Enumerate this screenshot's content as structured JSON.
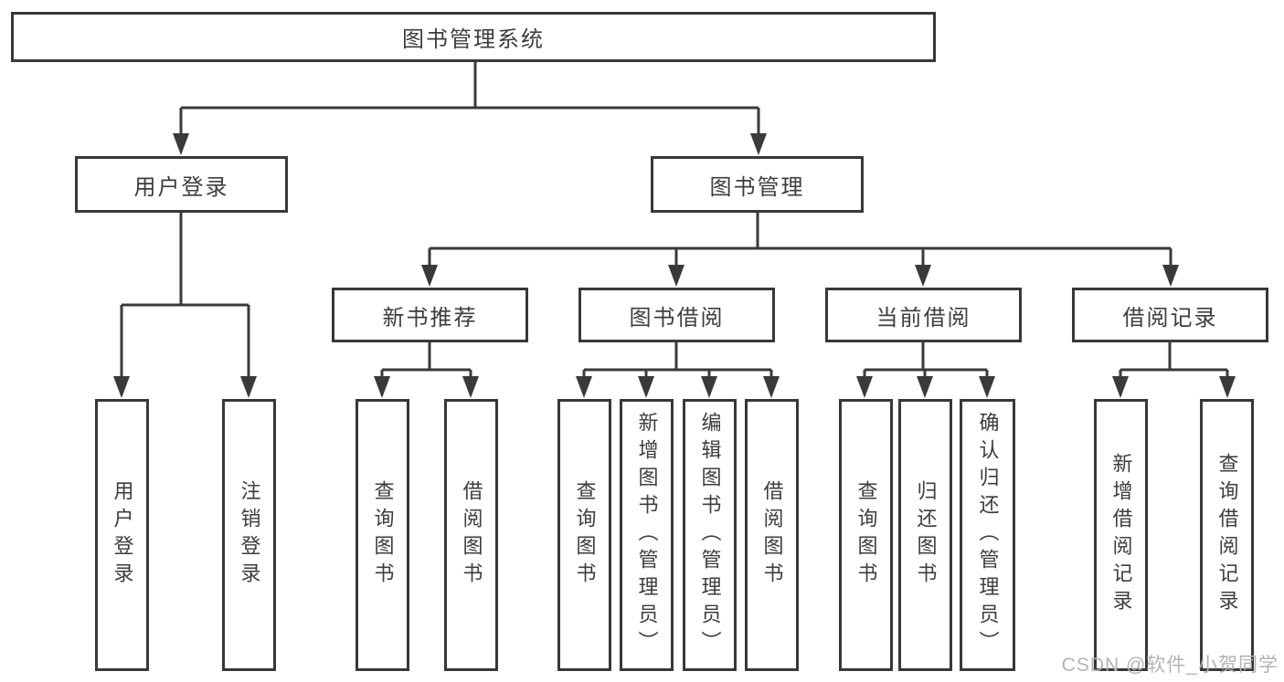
{
  "diagram": {
    "root": {
      "label": "图书管理系统"
    },
    "level2": [
      {
        "label": "用户登录"
      },
      {
        "label": "图书管理"
      }
    ],
    "level3": [
      {
        "label": "新书推荐"
      },
      {
        "label": "图书借阅"
      },
      {
        "label": "当前借阅"
      },
      {
        "label": "借阅记录"
      }
    ],
    "leaves": {
      "user_login": [
        {
          "label": "用户登录"
        },
        {
          "label": "注销登录"
        }
      ],
      "new_book_recommendation": [
        {
          "label": "查询图书"
        },
        {
          "label": "借阅图书"
        }
      ],
      "book_borrowing": [
        {
          "label": "查询图书"
        },
        {
          "label": "新增图书（管理员）"
        },
        {
          "label": "编辑图书（管理员）"
        },
        {
          "label": "借阅图书"
        }
      ],
      "current_borrowing": [
        {
          "label": "查询图书"
        },
        {
          "label": "归还图书"
        },
        {
          "label": "确认归还（管理员）"
        }
      ],
      "borrowing_records": [
        {
          "label": "新增借阅记录"
        },
        {
          "label": "查询借阅记录"
        }
      ]
    },
    "watermark": "CSDN @软件_小贺同学",
    "colors": {
      "line": "#3a3a3a",
      "box_border": "#383838",
      "text": "#3d3d3d",
      "background": "#ffffff",
      "watermark": "#b3b3b3"
    }
  }
}
